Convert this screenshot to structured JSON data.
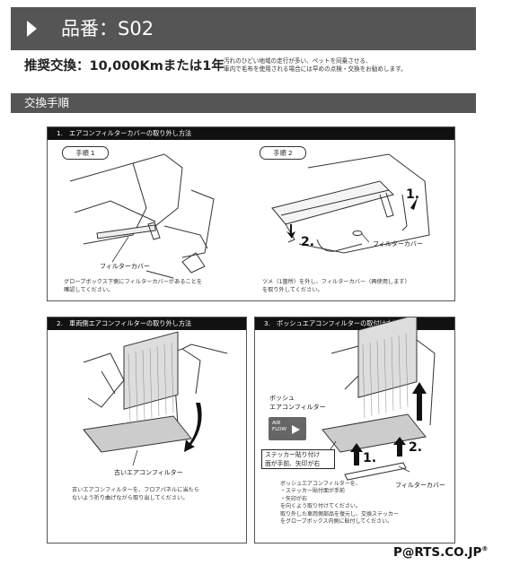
{
  "header": {
    "title": "品番：S02"
  },
  "recommend": {
    "title": "推奨交換：10,000Kmまたは1年",
    "note_line1": "汚れのひどい地域の走行が多い、ペットを同乗させる、",
    "note_line2": "車内で毛布を使用される場合には早めの点検・交換をお勧めします。"
  },
  "section": {
    "title": "交換手順"
  },
  "panel1": {
    "title": "1.　エアコンフィルターカバーの取り外し方法",
    "step1": {
      "label": "手順 1",
      "part_label": "フィルターカバー",
      "caption_line1": "グローブボックス下側にフィルターカバーがあることを",
      "caption_line2": "確認してください。"
    },
    "step2": {
      "label": "手順 2",
      "num1": "1.",
      "num2": "2.",
      "part_label": "フィルターカバー",
      "caption_line1": "ツメ（1箇所）を外し、フィルターカバー（再使用します）",
      "caption_line2": "を取り外してください。"
    }
  },
  "panel2": {
    "title": "2.　車両側エアコンフィルターの取り外し方法",
    "part_label": "古いエアコンフィルター",
    "caption_line1": "古いエアコンフィルターを、フロアパネルに当たら",
    "caption_line2": "ないよう折り曲げながら取り出してください。"
  },
  "panel3": {
    "title": "3.　ボッシュエアコンフィルターの取付け方法",
    "bosch_line1": "ボッシュ",
    "bosch_line2": "エアコンフィルター",
    "airflow_line1": "AIR",
    "airflow_line2": "FLOW",
    "sticker_line1": "ステッカー貼り付け",
    "sticker_line2": "面が手前、矢印が右",
    "num1": "1.",
    "num2": "2.",
    "cover_label": "フィルターカバー",
    "caption_lines": [
      "ボッシュエアコンフィルターを、",
      "・ステッカー貼付面が手前",
      "・矢印が右",
      "を向くよう取り付けてください。",
      "取り外した車両側部品を復元し、交換ステッカー",
      "をグローブボックス内側に貼付してください。"
    ]
  },
  "footer": {
    "logo_text": "P@RTS.CO.JP",
    "logo_mark": "®"
  }
}
